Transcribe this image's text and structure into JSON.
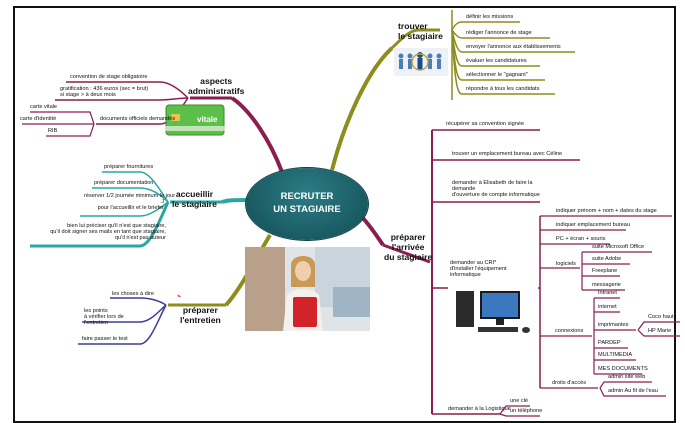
{
  "center": {
    "line1": "RECRUTER",
    "line2": "UN STAGIAIRE"
  },
  "colors": {
    "maroon": "#8a1f4f",
    "olive": "#8c8d1c",
    "teal": "#2aa6a6",
    "navy": "#3c3c9a",
    "center": "#1c5f68",
    "vitale_card": "#5cbf4a"
  },
  "trouver": {
    "title_l1": "trouver",
    "title_l2": "le stagiaire",
    "items": [
      "définir les missions",
      "rédiger l'annonce de stage",
      "envoyer l'annonce aux établissements",
      "évaluer les candidatures",
      "sélectionner le \"gagnant\"",
      "répondre à tous les candidats"
    ]
  },
  "aspects": {
    "title_l1": "aspects",
    "title_l2": "administratifs",
    "convention": "convention de stage obligatoire",
    "gratif_l1": "gratification : 436 euros (sec = brut)",
    "gratif_l2": "si stage > à deux mois",
    "documents": "documents officiels demandés",
    "docs": [
      "carte vitale",
      "carte d'identité",
      "RIB"
    ],
    "card_text": "vitale"
  },
  "accueillir": {
    "title_l1": "accueillir",
    "title_l2": "le stagiaire",
    "items": [
      "préparer fournitures",
      "préparer documentation"
    ],
    "reserver_l1": "réserver 1/2 journée minimum le jour",
    "reserver_l2": "J",
    "reserver_l3": "pour l'accueillir et le briefer",
    "preciser_l1": "bien lui préciser qu'il n'est que stagiaire,",
    "preciser_l2": "qu'il doit signer ses mails en tant que stagiaire,",
    "preciser_l3": "qu'il n'est pas auteur"
  },
  "entretien": {
    "title_l1": "préparer",
    "title_l2": "l'entretien",
    "dire": "les choses à dire",
    "points_l1": "les points",
    "points_l2": "à vérifier lors de",
    "points_l3": "l'entretien",
    "test": "faire passer le test"
  },
  "arrivee": {
    "title_l1": "préparer",
    "title_l2": "l'arrivée",
    "title_l3": "du stagiaire",
    "recuperer": "récupérer sa convention signée",
    "trouver_bureau": "trouver un emplacement bureau avec Céline",
    "elisabeth_l1": "demander à Elisabeth de faire la",
    "elisabeth_l2": "demande",
    "elisabeth_l3": "d'ouverture de compte informatique",
    "cri_l1": "demander au CRI*",
    "cri_l2": "d'installer l'équipement",
    "cri_l3": "informatique",
    "indiquer_nom": "indiquer prénom + nom + dates du stage",
    "indiquer_bureau": "indiquer emplacement bureau",
    "pc": "PC + écran + souris",
    "logiciels": "logiciels",
    "logiciels_items": [
      "suite Microsoft Office",
      "suite Adobe",
      "Freeplane",
      "messagerie"
    ],
    "connexions": "connexions",
    "connexions_items": [
      "Intranet",
      "internet",
      "imprimantes",
      "PARDEP",
      "MULTIMEDIA",
      "MES DOCUMENTS"
    ],
    "imprimantes_items": [
      "Coco haut",
      "HP Marie"
    ],
    "droits": "droits d'accès",
    "droits_items": [
      "admin site web",
      "admin Au fil de l'eau"
    ],
    "logistique": "demander à la Logistique",
    "logistique_items": [
      "une clé",
      "un téléphone"
    ]
  }
}
